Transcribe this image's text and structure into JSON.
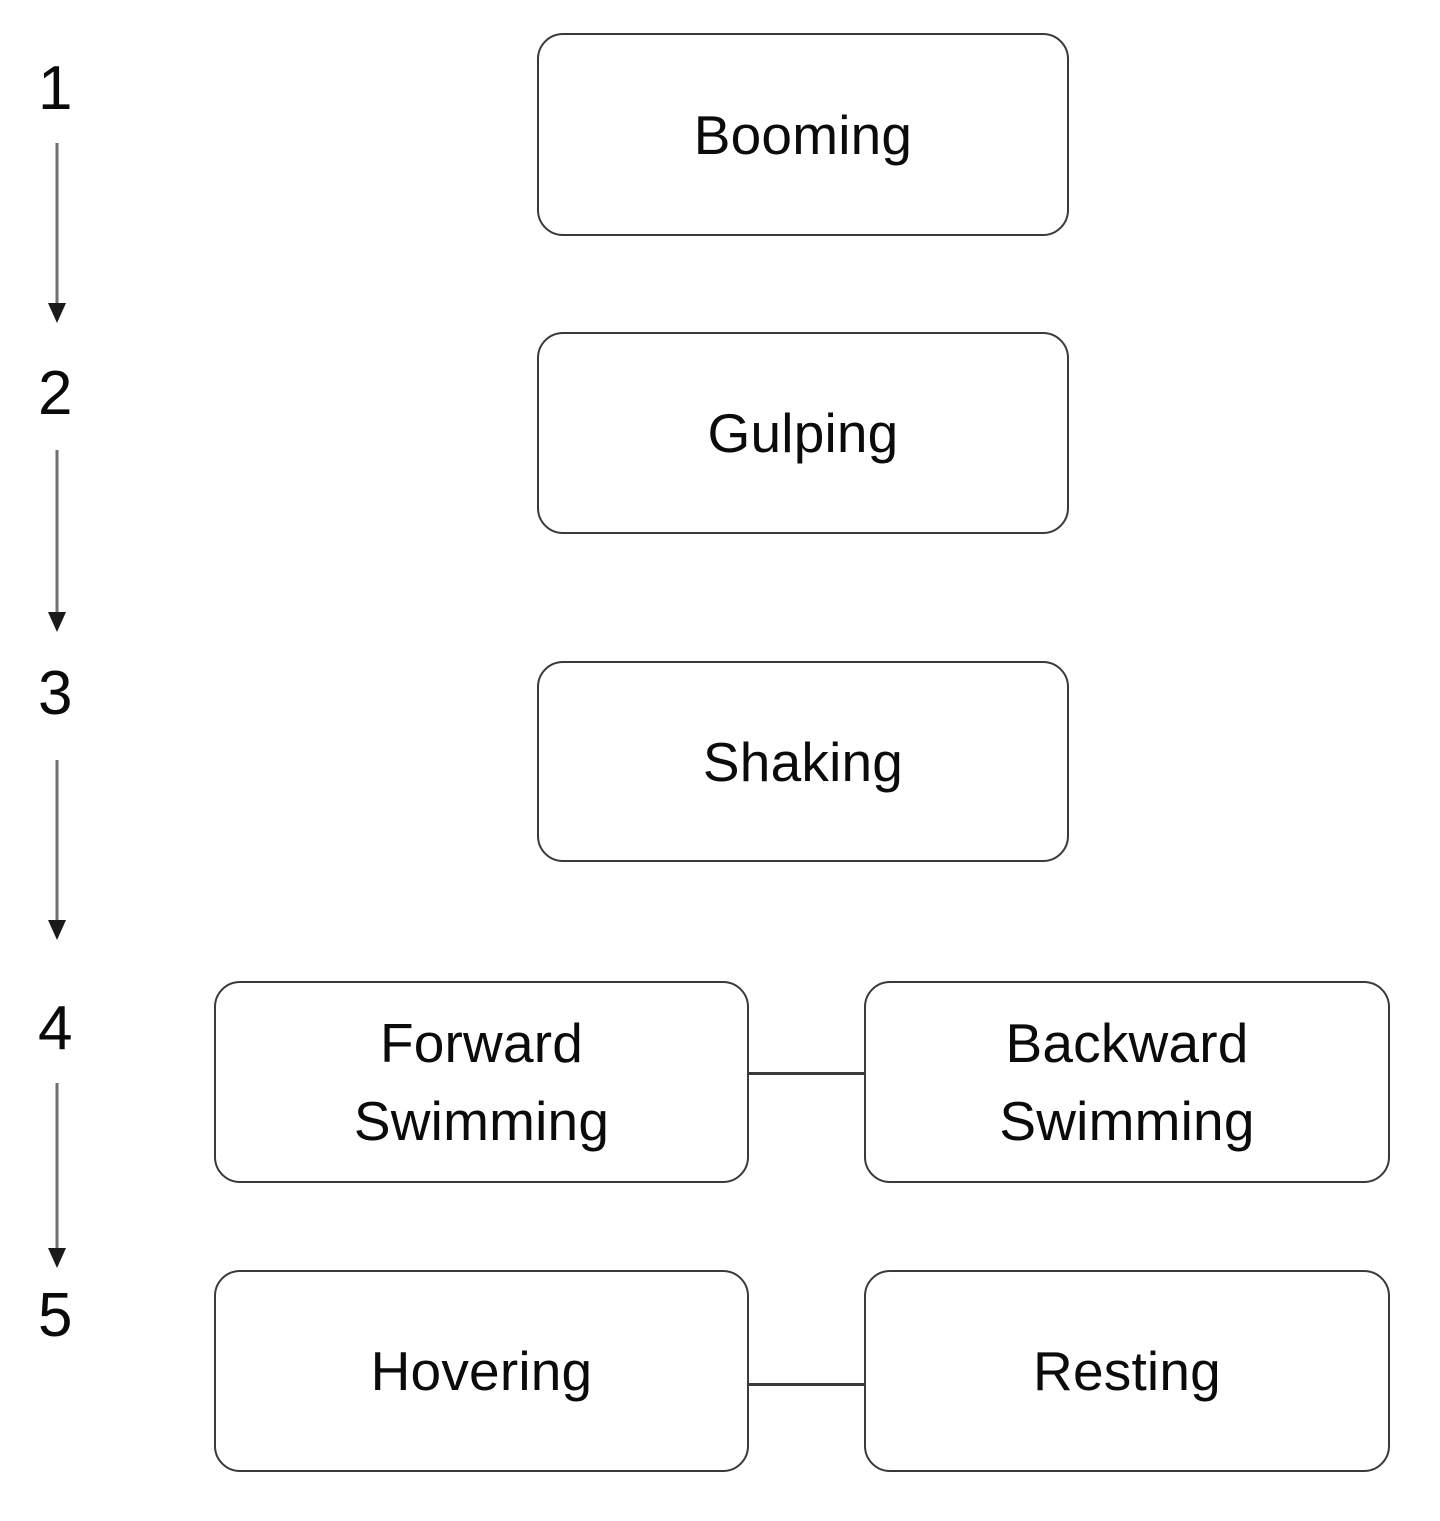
{
  "diagram": {
    "type": "flow-sequence",
    "background_color": "#ffffff",
    "box_border_color": "#3a3a3a",
    "box_fill_color": "#ffffff",
    "text_color": "#0b0b0b",
    "arrow_color": "#6f6f6f",
    "arrow_head_color": "#1a1a1a",
    "steps": [
      {
        "number": "1",
        "nodes": [
          {
            "label": "Booming",
            "position": "center"
          }
        ]
      },
      {
        "number": "2",
        "nodes": [
          {
            "label": "Gulping",
            "position": "center"
          }
        ]
      },
      {
        "number": "3",
        "nodes": [
          {
            "label": "Shaking",
            "position": "center"
          }
        ]
      },
      {
        "number": "4",
        "nodes": [
          {
            "label": "Forward\nSwimming",
            "position": "left"
          },
          {
            "label": "Backward\nSwimming",
            "position": "right"
          }
        ],
        "connector": true
      },
      {
        "number": "5",
        "nodes": [
          {
            "label": "Hovering",
            "position": "left"
          },
          {
            "label": "Resting",
            "position": "right"
          }
        ],
        "connector": true
      }
    ],
    "arrows": [
      {
        "from_step": "1",
        "to_step": "2"
      },
      {
        "from_step": "2",
        "to_step": "3"
      },
      {
        "from_step": "3",
        "to_step": "4"
      },
      {
        "from_step": "4",
        "to_step": "5"
      }
    ]
  }
}
